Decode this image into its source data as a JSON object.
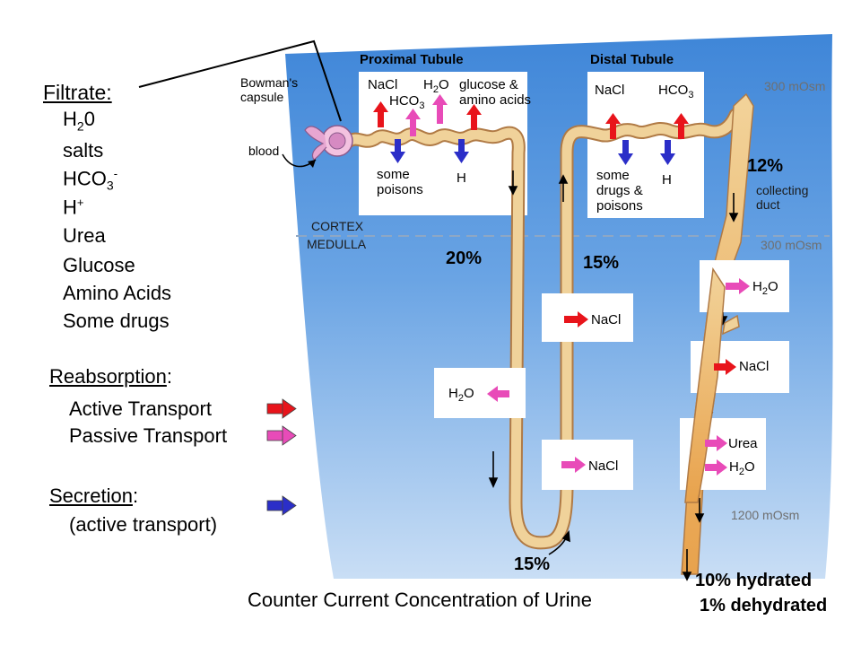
{
  "filtrate": {
    "title": "Filtrate:",
    "items": [
      "H20",
      "salts",
      "HCO3-",
      "H+",
      "Urea",
      "Glucose",
      "Amino Acids",
      "Some drugs"
    ]
  },
  "legend": {
    "reabsorption_title": "Reabsorption",
    "reabsorption_colon": ":",
    "active_label": "Active Transport",
    "passive_label": "Passive Transport",
    "secretion_title": "Secretion",
    "secretion_colon": ":",
    "secretion_sub": "(active transport)",
    "colors": {
      "active": "#e8141b",
      "passive": "#e84bb8",
      "secretion": "#2b2ec8"
    }
  },
  "diagram": {
    "proximal_title": "Proximal Tubule",
    "distal_title": "Distal Tubule",
    "bowmans": "Bowman's\ncapsule",
    "blood": "blood",
    "prox_nacl": "NaCl",
    "prox_h2o": "H2O",
    "prox_hco3": "HCO3",
    "prox_glucose": "glucose &\namino acids",
    "prox_poisons": "some\npoisons",
    "prox_h": "H",
    "dist_nacl": "NaCl",
    "dist_hco3": "HCO3",
    "dist_drugs": "some\ndrugs &\npoisons",
    "dist_h": "H",
    "osm_top": "300 mOsm",
    "osm_mid": "300 mOsm",
    "osm_bottom": "1200 mOsm",
    "cortex": "CORTEX",
    "medulla": "MEDULLA",
    "pct_20": "20%",
    "pct_15_top": "15%",
    "pct_12": "12%",
    "pct_15_bottom": "15%",
    "collecting_duct": "collecting\nduct",
    "box_nacl_1": "NaCl",
    "box_h2o_left": "H2O",
    "box_nacl_2": "NaCl",
    "box_h2o_right": "H2O",
    "box_nacl_3": "NaCl",
    "box_urea": "Urea",
    "box_h2o_bottom": "H2O",
    "caption": "Counter Current Concentration of Urine",
    "result_hydrated": "10% hydrated",
    "result_dehydrated": "1% dehydrated"
  }
}
